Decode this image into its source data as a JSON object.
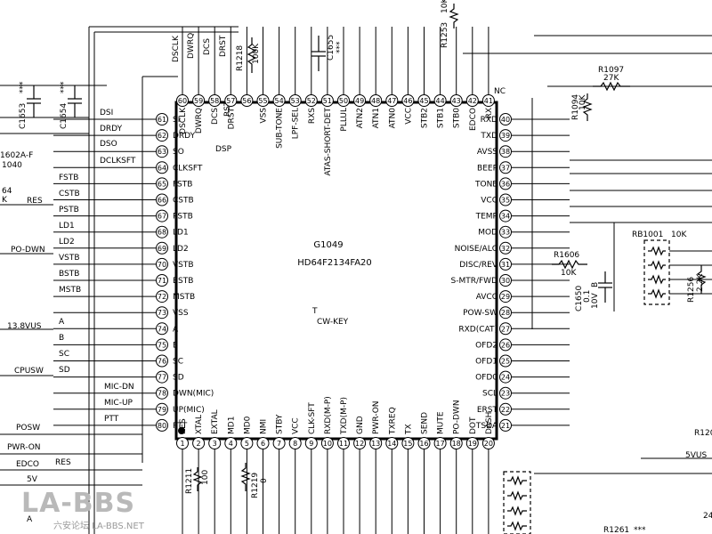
{
  "ic": {
    "part_number": "G1049",
    "model": "HD64F2134FA20",
    "pins_top": [
      {
        "n": "60",
        "name": "DSCLK"
      },
      {
        "n": "59",
        "name": "DWRQ"
      },
      {
        "n": "58",
        "name": "DCS"
      },
      {
        "n": "57",
        "name": "DRST"
      },
      {
        "n": "56",
        "name": ""
      },
      {
        "n": "55",
        "name": "VSS"
      },
      {
        "n": "54",
        "name": "SUB-TONE"
      },
      {
        "n": "53",
        "name": "LPF-SEL"
      },
      {
        "n": "52",
        "name": "RXS"
      },
      {
        "n": "51",
        "name": "ATAS-SHORT-DET"
      },
      {
        "n": "50",
        "name": "PLLUL"
      },
      {
        "n": "49",
        "name": "ATN2"
      },
      {
        "n": "48",
        "name": "ATN1"
      },
      {
        "n": "47",
        "name": "ATN0"
      },
      {
        "n": "46",
        "name": "VCC"
      },
      {
        "n": "45",
        "name": "STB2"
      },
      {
        "n": "44",
        "name": "STB1"
      },
      {
        "n": "43",
        "name": "STB0"
      },
      {
        "n": "42",
        "name": "EDCO"
      },
      {
        "n": "41",
        "name": "RX"
      }
    ],
    "pins_left": [
      {
        "n": "61",
        "name": "SI"
      },
      {
        "n": "62",
        "name": "DRDY"
      },
      {
        "n": "63",
        "name": "SO"
      },
      {
        "n": "64",
        "name": "CLKSFT"
      },
      {
        "n": "65",
        "name": "FSTB"
      },
      {
        "n": "66",
        "name": "CSTB"
      },
      {
        "n": "67",
        "name": "PSTB"
      },
      {
        "n": "68",
        "name": "LD1"
      },
      {
        "n": "69",
        "name": "LD2"
      },
      {
        "n": "70",
        "name": "VSTB"
      },
      {
        "n": "71",
        "name": "BSTB"
      },
      {
        "n": "72",
        "name": "MSTB"
      },
      {
        "n": "73",
        "name": "VSS"
      },
      {
        "n": "74",
        "name": "A"
      },
      {
        "n": "75",
        "name": "B"
      },
      {
        "n": "76",
        "name": "SC"
      },
      {
        "n": "77",
        "name": "SD"
      },
      {
        "n": "78",
        "name": "DWN(MIC)"
      },
      {
        "n": "79",
        "name": "UP(MIC)"
      },
      {
        "n": "80",
        "name": "PTT"
      }
    ],
    "pins_right": [
      {
        "n": "40",
        "name": "RXD"
      },
      {
        "n": "39",
        "name": "TXD"
      },
      {
        "n": "38",
        "name": "AVSS"
      },
      {
        "n": "37",
        "name": "BEEP"
      },
      {
        "n": "36",
        "name": "TONE"
      },
      {
        "n": "35",
        "name": "VCC"
      },
      {
        "n": "34",
        "name": "TEMP"
      },
      {
        "n": "33",
        "name": "MOD"
      },
      {
        "n": "32",
        "name": "NOISE/ALC"
      },
      {
        "n": "31",
        "name": "DISC/REV"
      },
      {
        "n": "30",
        "name": "S-MTR/FWD"
      },
      {
        "n": "29",
        "name": "AVCC"
      },
      {
        "n": "28",
        "name": "POW-SW"
      },
      {
        "n": "27",
        "name": "RXD(CAT)"
      },
      {
        "n": "26",
        "name": "OFD2"
      },
      {
        "n": "25",
        "name": "OFD1"
      },
      {
        "n": "24",
        "name": "OFD0"
      },
      {
        "n": "23",
        "name": "SCL"
      },
      {
        "n": "22",
        "name": "ERST"
      },
      {
        "n": "21",
        "name": "TSDA"
      }
    ],
    "pins_bottom": [
      {
        "n": "1",
        "name": "RES"
      },
      {
        "n": "2",
        "name": "XTAL"
      },
      {
        "n": "3",
        "name": "EXTAL"
      },
      {
        "n": "4",
        "name": "MD1"
      },
      {
        "n": "5",
        "name": "MD0"
      },
      {
        "n": "6",
        "name": "NMI"
      },
      {
        "n": "7",
        "name": "STBY"
      },
      {
        "n": "8",
        "name": "VCC"
      },
      {
        "n": "9",
        "name": "CLK-SFT"
      },
      {
        "n": "10",
        "name": "RXD(M-P)"
      },
      {
        "n": "11",
        "name": "TXD(M-P)"
      },
      {
        "n": "12",
        "name": "GND"
      },
      {
        "n": "13",
        "name": "PWR-ON"
      },
      {
        "n": "14",
        "name": "TXREQ"
      },
      {
        "n": "15",
        "name": "TX"
      },
      {
        "n": "16",
        "name": "SEND"
      },
      {
        "n": "17",
        "name": "MUTE"
      },
      {
        "n": "18",
        "name": "PO-DWN"
      },
      {
        "n": "19",
        "name": "DOT"
      },
      {
        "n": "20",
        "name": "DASH"
      }
    ],
    "rst_label": "RST",
    "nc_label": "NC",
    "cw_key_label": "CW-KEY",
    "t_label": "T"
  },
  "dsp_block": {
    "label": "DSP",
    "signals": [
      "DSI",
      "DRDY",
      "DSO",
      "DCLKSFT"
    ],
    "top_signals": [
      "DSCLK",
      "DWRQ",
      "DCS",
      "DRST"
    ]
  },
  "net_labels_left": [
    "FSTB",
    "CSTB",
    "PSTB",
    "LD1",
    "LD2",
    "VSTB",
    "BSTB",
    "MSTB",
    "A",
    "B",
    "SC",
    "SD",
    "MIC-DN",
    "MIC-UP",
    "PTT",
    "RES"
  ],
  "far_left_labels": [
    "RES",
    "PO-DWN",
    "13.8VUS",
    "CPUSW",
    "POSW",
    "PWR-ON",
    "EDCO",
    "5V",
    "A"
  ],
  "components": {
    "c1653": {
      "name": "C1653",
      "stars": "***"
    },
    "c1654": {
      "name": "C1654",
      "stars": "***"
    },
    "c1655": {
      "name": "C1655",
      "stars": "***"
    },
    "r1218": {
      "name": "R1218",
      "value": "100K"
    },
    "r1253": {
      "name": "R1253",
      "value": "10K"
    },
    "r1097": {
      "name": "R1097",
      "value": "27K"
    },
    "r1094": {
      "name": "R1094",
      "value": "10K"
    },
    "r1606": {
      "name": "R1606",
      "value": "10K"
    },
    "c1650": {
      "name": "C1650",
      "value": "0.1",
      "rating": "10V",
      "type": "B"
    },
    "rb1001": {
      "name": "RB1001",
      "value": "10K"
    },
    "r1256": {
      "name": "R1256",
      "value": "2.2K"
    },
    "r1211": {
      "name": "R1211",
      "value": "100"
    },
    "r1219": {
      "name": "R1219",
      "value": "0"
    },
    "r1261": {
      "name": "R1261",
      "stars": "***"
    }
  },
  "edge_fragments": {
    "ref_1602": "1602A-F",
    "ref_1040": "1040",
    "ref_64": "64",
    "ref_k": "K",
    "r120": "R120",
    "vus5": "5VUS",
    "ref_24": "24"
  },
  "watermark": {
    "main": "LA-BBS",
    "sub": "六安论坛 LA-BBS.NET"
  }
}
